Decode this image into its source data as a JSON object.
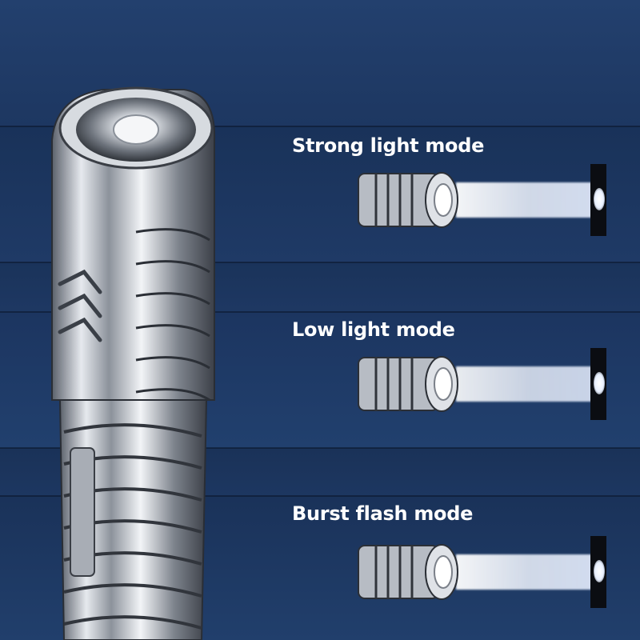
{
  "modes": [
    {
      "label": "Strong light mode"
    },
    {
      "label": "Low light mode"
    },
    {
      "label": "Burst flash mode"
    }
  ],
  "colors": {
    "background": "#1f3a66",
    "text": "#ffffff",
    "metal": "#b9bec6",
    "beam": "#f4f7ff"
  },
  "images": {
    "main": "large-chrome-flashlight",
    "modes": [
      "small-flashlight-strong",
      "small-flashlight-low",
      "small-flashlight-burst"
    ]
  }
}
